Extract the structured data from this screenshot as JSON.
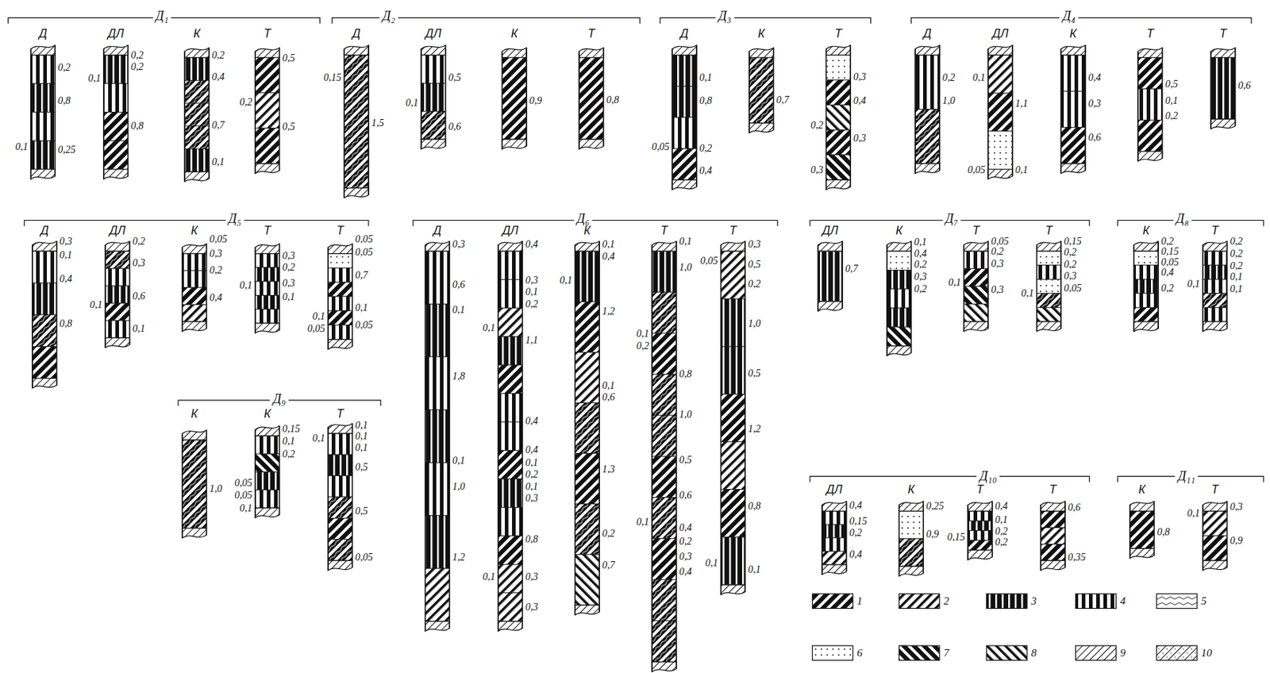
{
  "diagram": {
    "labels": [
      "Д₁",
      "Д",
      "0,2",
      "0,8",
      "0,25",
      "0,1",
      "ДЛ",
      "0,2",
      "0,2",
      "0,8",
      "0,1",
      "К",
      "0,2",
      "0,4",
      "0,7",
      "0,1",
      "Т",
      "0,5",
      "0,5",
      "0,2",
      "Д₂",
      "Д",
      "1,5",
      "0,15",
      "ДЛ",
      "0,5",
      "0,6",
      "0,1",
      "К",
      "0,9",
      "Т",
      "0,8",
      "Д₃",
      "Д",
      "0,1",
      "0,8",
      "0,2",
      "0,4",
      "0,05",
      "К",
      "0,7",
      "Т",
      "0,3",
      "0,4",
      "0,3",
      "0,2",
      "0,3",
      "Д₄",
      "Д",
      "0,2",
      "1,0",
      "ДЛ",
      "1,1",
      "0,1",
      "0,1",
      "0,05",
      "К",
      "0,4",
      "0,3",
      "0,6",
      "Т",
      "0,5",
      "0,1",
      "0,2",
      "Т",
      "0,6",
      "Д₅",
      "Д",
      "0,3",
      "0,1",
      "0,4",
      "0,8",
      "ДЛ",
      "0,2",
      "0,3",
      "0,6",
      "0,1",
      "0,1",
      "К",
      "0,05",
      "0,3",
      "0,2",
      "0,4",
      "Т",
      "0,3",
      "0,2",
      "0,3",
      "0,1",
      "0,1",
      "Т",
      "0,05",
      "0,05",
      "0,7",
      "0,1",
      "0,05",
      "0,1",
      "0,05",
      "Д₆",
      "Д",
      "0,3",
      "0,6",
      "0,1",
      "1,8",
      "0,1",
      "1,0",
      "1,2",
      "ДЛ",
      "0,4",
      "0,3",
      "0,1",
      "0,2",
      "1,1",
      "0,4",
      "0,4",
      "0,1",
      "0,2",
      "0,1",
      "0,3",
      "0,8",
      "0,3",
      "0,3",
      "0,1",
      "0,1",
      "К",
      "0,1",
      "0,4",
      "1,2",
      "0,1",
      "0,6",
      "1,3",
      "0,2",
      "0,7",
      "0,1",
      "Т",
      "0,1",
      "1,0",
      "0,8",
      "1,0",
      "0,5",
      "0,6",
      "0,4",
      "0,2",
      "0,3",
      "0,4",
      "0,1",
      "0,2",
      "0,1",
      "Т",
      "0,3",
      "0,5",
      "0,2",
      "1,0",
      "0,5",
      "1,2",
      "0,8",
      "0,1",
      "0,05",
      "0,1",
      "Д₇",
      "ДЛ",
      "0,7",
      "К",
      "0,1",
      "0,4",
      "0,2",
      "0,3",
      "0,2",
      "Т",
      "0,05",
      "0,2",
      "0,3",
      "0,3",
      "0,1",
      "Т",
      "0,15",
      "0,2",
      "0,2",
      "0,3",
      "0,05",
      "0,1",
      "Д₈",
      "К",
      "0,2",
      "0,15",
      "0,05",
      "0,4",
      "0,2",
      "Т",
      "0,2",
      "0,2",
      "0,2",
      "0,1",
      "0,1",
      "0,1",
      "Д₉",
      "К",
      "1,0",
      "К",
      "0,15",
      "0,1",
      "0,2",
      "0,05",
      "0,05",
      "0,1",
      "Т",
      "0,1",
      "0,1",
      "0,1",
      "0,5",
      "0,5",
      "0,05",
      "0,1",
      "Д₁₀",
      "ДЛ",
      "0,4",
      "0,15",
      "0,2",
      "0,4",
      "К",
      "0,25",
      "0,9",
      "Т",
      "0,4",
      "0,1",
      "0,2",
      "0,2",
      "0,15",
      "Т",
      "0,6",
      "0,35",
      "Д₁₁",
      "К",
      "0,8",
      "Т",
      "0,3",
      "0,9",
      "0,1"
    ],
    "legend": [
      {
        "text": "1"
      },
      {
        "text": "2"
      },
      {
        "text": "3"
      },
      {
        "text": "4"
      },
      {
        "text": "5"
      },
      {
        "text": "6"
      },
      {
        "text": "7"
      },
      {
        "text": "8"
      },
      {
        "text": "9"
      },
      {
        "text": "10"
      }
    ]
  }
}
